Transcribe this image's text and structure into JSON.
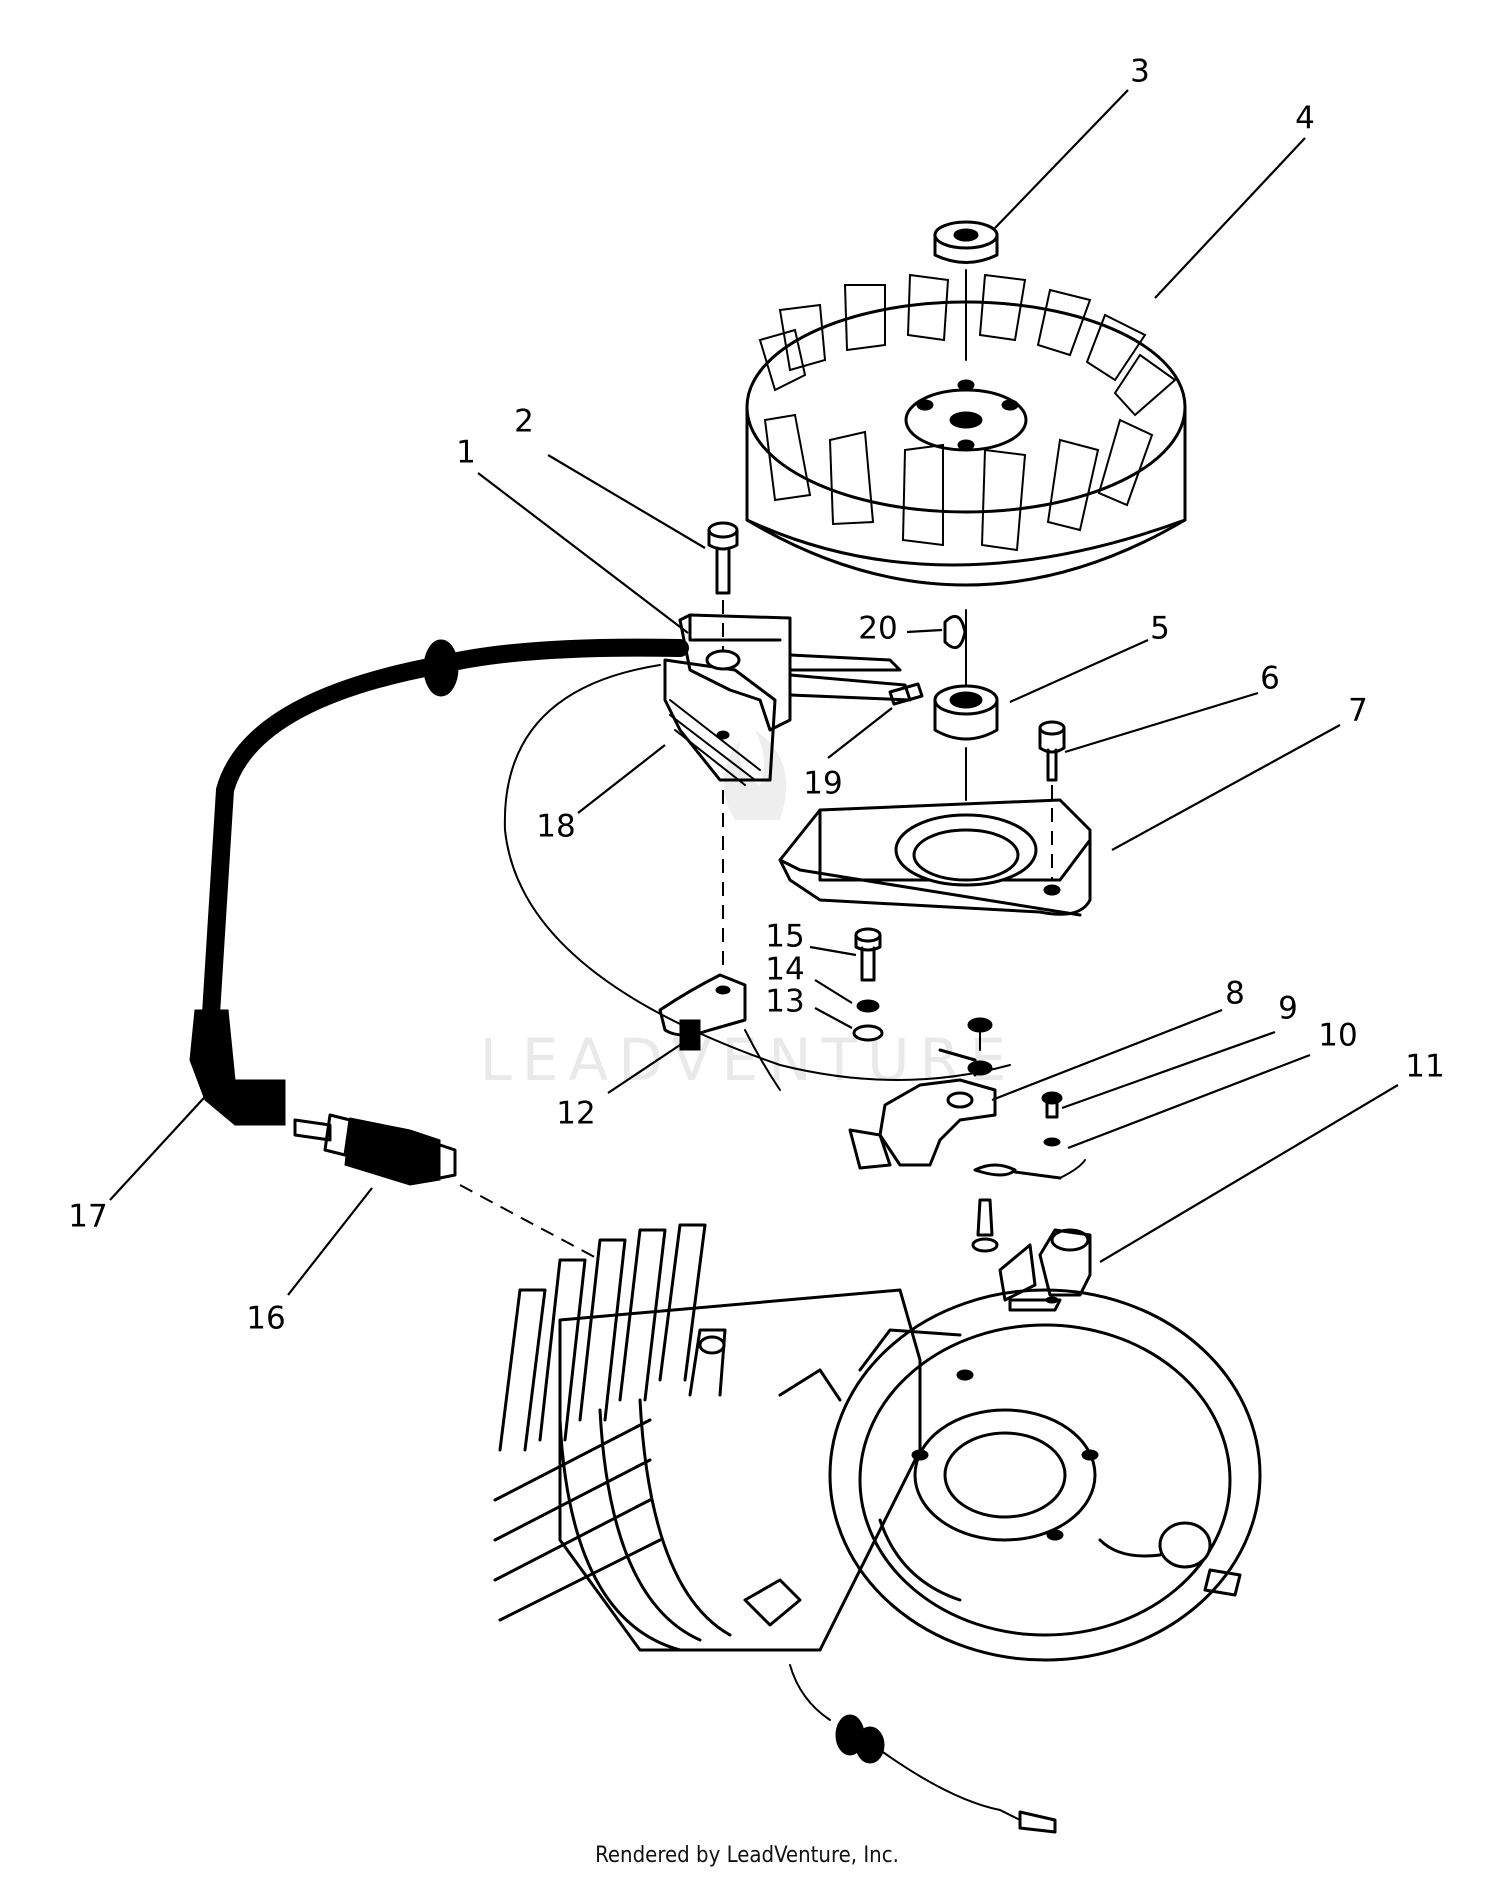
{
  "diagram": {
    "callouts": [
      {
        "id": "1",
        "label": "1"
      },
      {
        "id": "2",
        "label": "2"
      },
      {
        "id": "3",
        "label": "3"
      },
      {
        "id": "4",
        "label": "4"
      },
      {
        "id": "5",
        "label": "5"
      },
      {
        "id": "6",
        "label": "6"
      },
      {
        "id": "7",
        "label": "7"
      },
      {
        "id": "8",
        "label": "8"
      },
      {
        "id": "9",
        "label": "9"
      },
      {
        "id": "10",
        "label": "10"
      },
      {
        "id": "11",
        "label": "11"
      },
      {
        "id": "12",
        "label": "12"
      },
      {
        "id": "13",
        "label": "13"
      },
      {
        "id": "14",
        "label": "14"
      },
      {
        "id": "15",
        "label": "15"
      },
      {
        "id": "16",
        "label": "16"
      },
      {
        "id": "17",
        "label": "17"
      },
      {
        "id": "18",
        "label": "18"
      },
      {
        "id": "19",
        "label": "19"
      },
      {
        "id": "20",
        "label": "20"
      }
    ],
    "watermark": "LEADVENTURE",
    "footer": "Rendered by LeadVenture, Inc."
  }
}
